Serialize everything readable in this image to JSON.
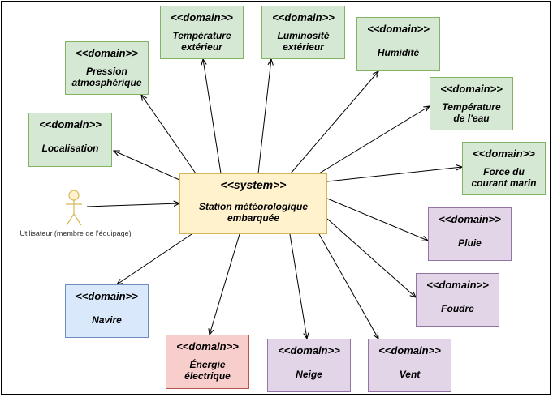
{
  "system": {
    "stereotype": "<<system>>",
    "name": "Station météorologique\nembarquée"
  },
  "actor": {
    "label": "Utilisateur (membre de l'équipage)"
  },
  "domains": [
    {
      "id": "temp-ext",
      "stereotype": "<<domain>>",
      "name": "Température\nextérieur",
      "color": "green"
    },
    {
      "id": "luminosite",
      "stereotype": "<<domain>>",
      "name": "Luminosité\nextérieur",
      "color": "green"
    },
    {
      "id": "humidite",
      "stereotype": "<<domain>>",
      "name": "Humidité",
      "color": "green"
    },
    {
      "id": "pression",
      "stereotype": "<<domain>>",
      "name": "Pression\natmosphérique",
      "color": "green"
    },
    {
      "id": "temp-eau",
      "stereotype": "<<domain>>",
      "name": "Température\nde l'eau",
      "color": "green"
    },
    {
      "id": "localisation",
      "stereotype": "<<domain>>",
      "name": "Localisation",
      "color": "green"
    },
    {
      "id": "courant",
      "stereotype": "<<domain>>",
      "name": "Force du\ncourant marin",
      "color": "green"
    },
    {
      "id": "pluie",
      "stereotype": "<<domain>>",
      "name": "Pluie",
      "color": "purple"
    },
    {
      "id": "foudre",
      "stereotype": "<<domain>>",
      "name": "Foudre",
      "color": "purple"
    },
    {
      "id": "navire",
      "stereotype": "<<domain>>",
      "name": "Navire",
      "color": "blue"
    },
    {
      "id": "energie",
      "stereotype": "<<domain>>",
      "name": "Énergie\nélectrique",
      "color": "red"
    },
    {
      "id": "neige",
      "stereotype": "<<domain>>",
      "name": "Neige",
      "color": "purple"
    },
    {
      "id": "vent",
      "stereotype": "<<domain>>",
      "name": "Vent",
      "color": "purple"
    }
  ],
  "colors": {
    "green": "#d5e8d4",
    "purple": "#e1d5e7",
    "blue": "#dae8fc",
    "red": "#f8cecc",
    "system": "#fff2cc",
    "actor": "#fff2cc"
  }
}
